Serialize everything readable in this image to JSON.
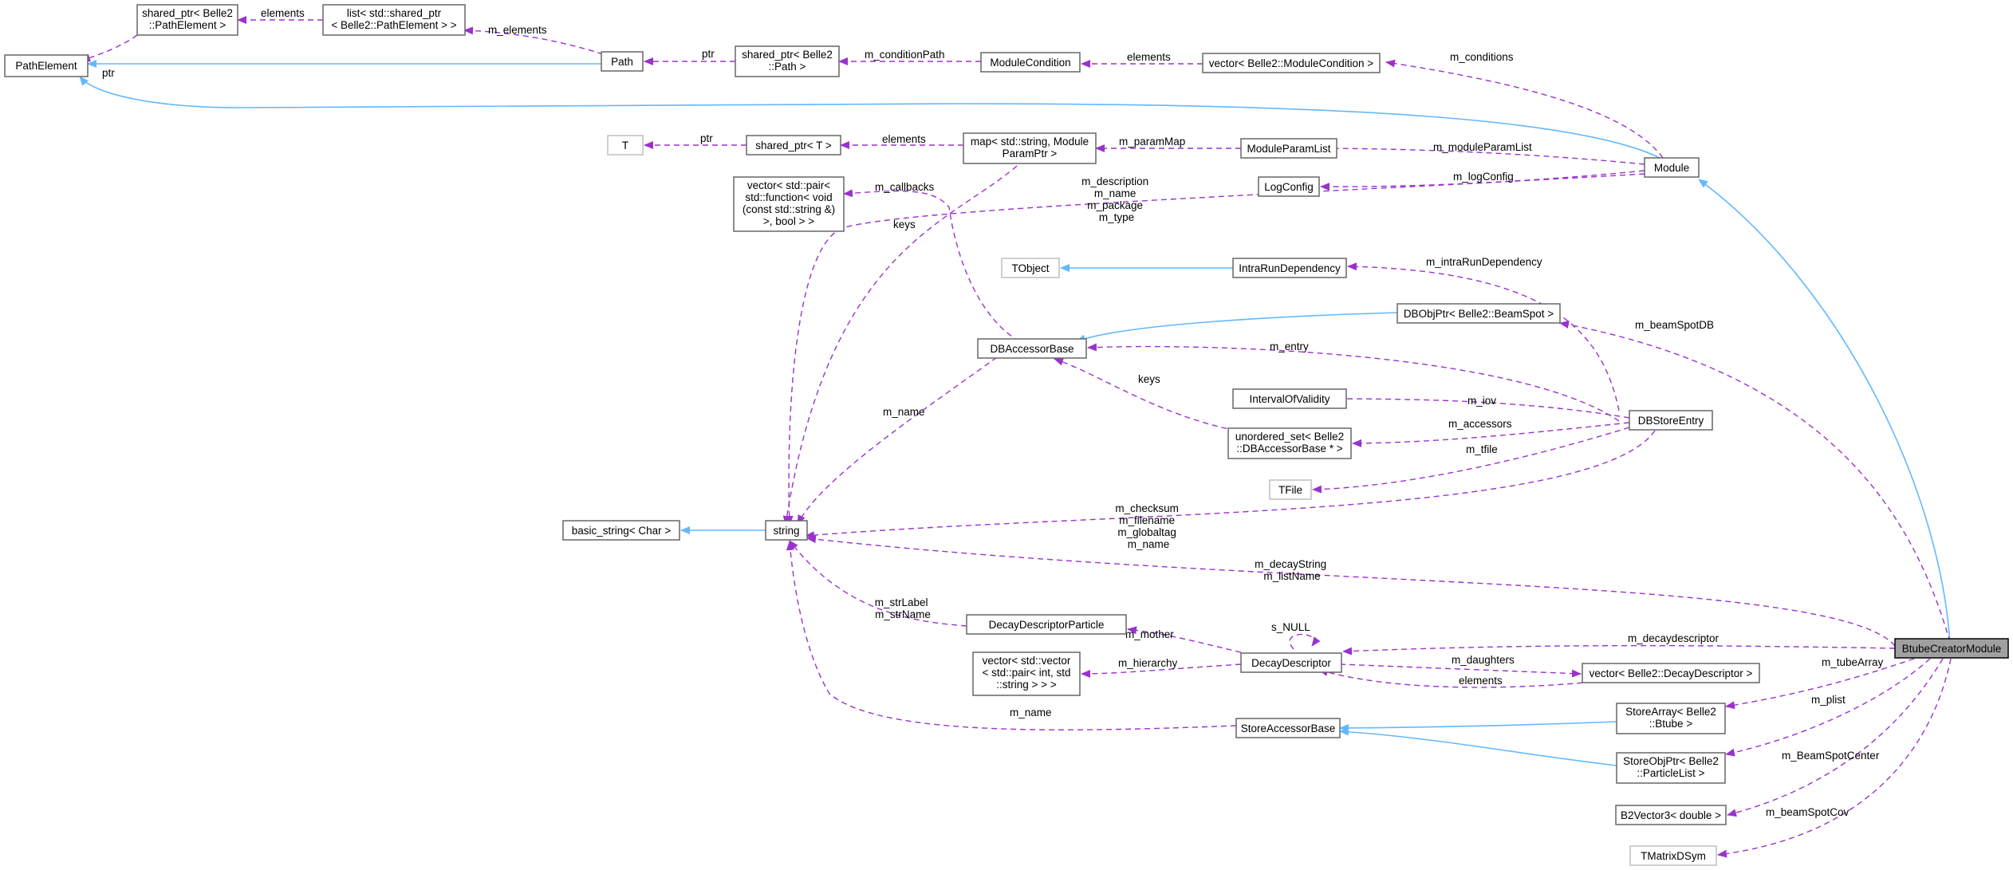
{
  "colors": {
    "inheritance": "#63b8ff",
    "usage": "#9a32cd",
    "node_border": "#666666",
    "node_border_external": "#bfbfbf",
    "focus_fill": "#a0a0a0"
  },
  "nodes": {
    "pathelement": "PathElement",
    "sp_pathelement": [
      "shared_ptr< Belle2",
      "::PathElement >"
    ],
    "list_sp": [
      "list< std::shared_ptr",
      "< Belle2::PathElement > >"
    ],
    "path": "Path",
    "sp_path": [
      "shared_ptr< Belle2",
      "::Path >"
    ],
    "modulecondition": "ModuleCondition",
    "vector_modcond": "vector< Belle2::ModuleCondition >",
    "t": "T",
    "sp_t": "shared_ptr< T >",
    "map_param": [
      "map< std::string, Module",
      "ParamPtr >"
    ],
    "moduleparamlist": "ModuleParamList",
    "logconfig": "LogConfig",
    "module": "Module",
    "vector_pair": [
      "vector< std::pair<",
      "std::function< void",
      "(const std::string &)",
      ">, bool > >"
    ],
    "tobject": "TObject",
    "intrarundep": "IntraRunDependency",
    "dbobjptr": "DBObjPtr< Belle2::BeamSpot >",
    "dbaccessorbase": "DBAccessorBase",
    "intervalofvalidity": "IntervalOfValidity",
    "dbstoreentry": "DBStoreEntry",
    "unordered_set": [
      "unordered_set< Belle2",
      "::DBAccessorBase * >"
    ],
    "tfile": "TFile",
    "basic_string": "basic_string< Char >",
    "string": "string",
    "ddparticle": "DecayDescriptorParticle",
    "decaydescriptor": "DecayDescriptor",
    "vector_vector": [
      "vector< std::vector",
      "< std::pair< int, std",
      "::string > > >"
    ],
    "vector_dd": "vector< Belle2::DecayDescriptor >",
    "btubecreator": "BtubeCreatorModule",
    "storearray": [
      "StoreArray< Belle2",
      "::Btube >"
    ],
    "storeaccessorbase": "StoreAccessorBase",
    "storeobjptr": [
      "StoreObjPtr< Belle2",
      "::ParticleList >"
    ],
    "b2vector3": "B2Vector3< double >",
    "tmatrixdsym": "TMatrixDSym"
  },
  "edge_labels": {
    "ptr_pathelement": "ptr",
    "elements_list": "elements",
    "m_elements": "m_elements",
    "ptr_path": "ptr",
    "m_conditionPath": "m_conditionPath",
    "elements_modcond": "elements",
    "m_conditions": "m_conditions",
    "ptr_t": "ptr",
    "elements_map": "elements",
    "m_paramMap": "m_paramMap",
    "m_moduleParamList": "m_moduleParamList",
    "m_logConfig": "m_logConfig",
    "module_strings": [
      "m_description",
      "m_name",
      "m_package",
      "m_type"
    ],
    "m_callbacks": "m_callbacks",
    "keys_map": "keys",
    "m_intraRunDependency": "m_intraRunDependency",
    "m_beamSpotDB": "m_beamSpotDB",
    "m_entry": "m_entry",
    "keys_unordered": "keys",
    "m_name_dba": "m_name",
    "m_iov": "m_iov",
    "m_accessors": "m_accessors",
    "m_tfile": "m_tfile",
    "dbstore_strings": [
      "m_checksum",
      "m_filename",
      "m_globaltag",
      "m_name"
    ],
    "btube_strings": [
      "m_decayString",
      "m_listName"
    ],
    "ddp_strings": [
      "m_strLabel",
      "m_strName"
    ],
    "s_null": "s_NULL",
    "m_mother": "m_mother",
    "m_decaydescriptor": "m_decaydescriptor",
    "m_hierarchy": "m_hierarchy",
    "m_daughters": "m_daughters",
    "elements_dd": "elements",
    "m_tubeArray": "m_tubeArray",
    "m_name_sab": "m_name",
    "m_plist": "m_plist",
    "m_BeamSpotCenter": "m_BeamSpotCenter",
    "m_beamSpotCov": "m_beamSpotCov"
  }
}
